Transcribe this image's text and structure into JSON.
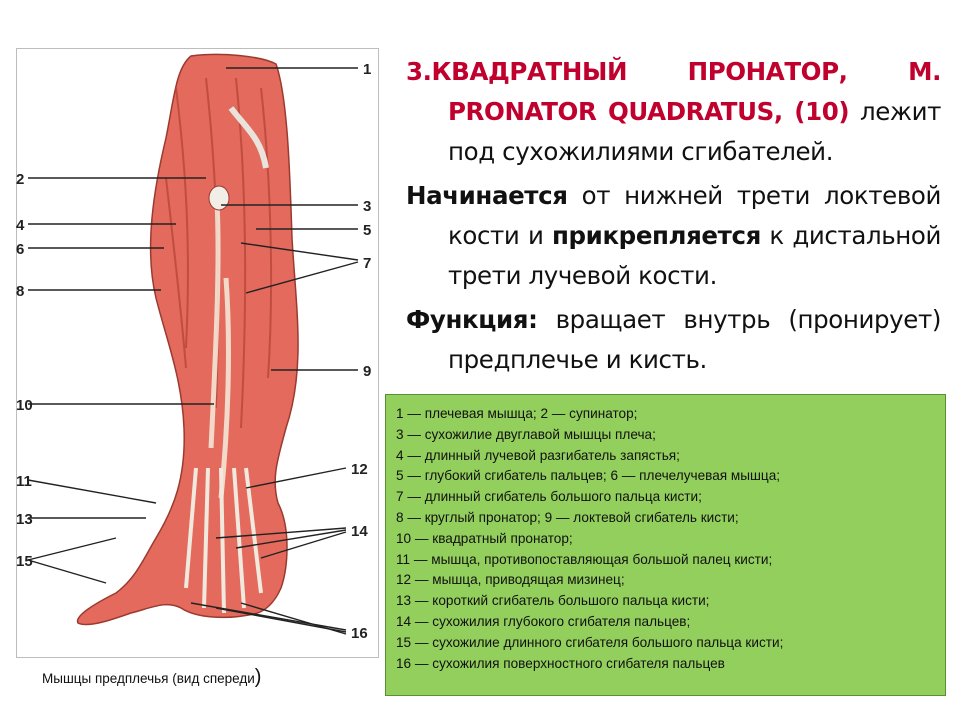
{
  "figure": {
    "caption_text": "Мышцы предплечья (вид спереди",
    "caption_paren": ")",
    "labels": [
      "1",
      "2",
      "3",
      "4",
      "5",
      "6",
      "7",
      "8",
      "9",
      "10",
      "11",
      "12",
      "13",
      "14",
      "15",
      "16"
    ]
  },
  "heading": {
    "part1": "3.КВАДРАТНЫЙ",
    "part2": "ПРОНАТОР,",
    "part3": "M.",
    "part4": "PRONATOR QUADRATUS, (10)",
    "part5": " лежит под сухожилиями сгибателей."
  },
  "origin": {
    "bold1": "Начинается",
    "text1": " от нижней трети локтевой кости и ",
    "bold2": "прикрепляется",
    "text2": " к дистальной трети лучевой кости."
  },
  "function": {
    "bold": "Функция:",
    "text": " вращает внутрь (пронирует) предплечье и кисть."
  },
  "legend": [
    "1 — плечевая мышца; 2 — супинатор;",
    "3 — сухожилие двуглавой мышцы плеча;",
    "4 — длинный лучевой разгибатель запястья;",
    "5 — глубокий сгибатель пальцев; 6 — плечелучевая мышца;",
    "7 — длинный сгибатель большого пальца кисти;",
    "8 — круглый пронатор; 9 — локтевой сгибатель кисти;",
    "10 — квадратный пронатор;",
    "11 — мышца, противопоставляющая большой палец кисти;",
    "12 — мышца, приводящая мизинец;",
    "13 — короткий сгибатель большого пальца кисти;",
    "14 — сухожилия глубокого сгибателя пальцев;",
    "15 — сухожилие длинного сгибателя большого пальца кисти;",
    "16 — сухожилия поверхностного сгибателя пальцев"
  ]
}
